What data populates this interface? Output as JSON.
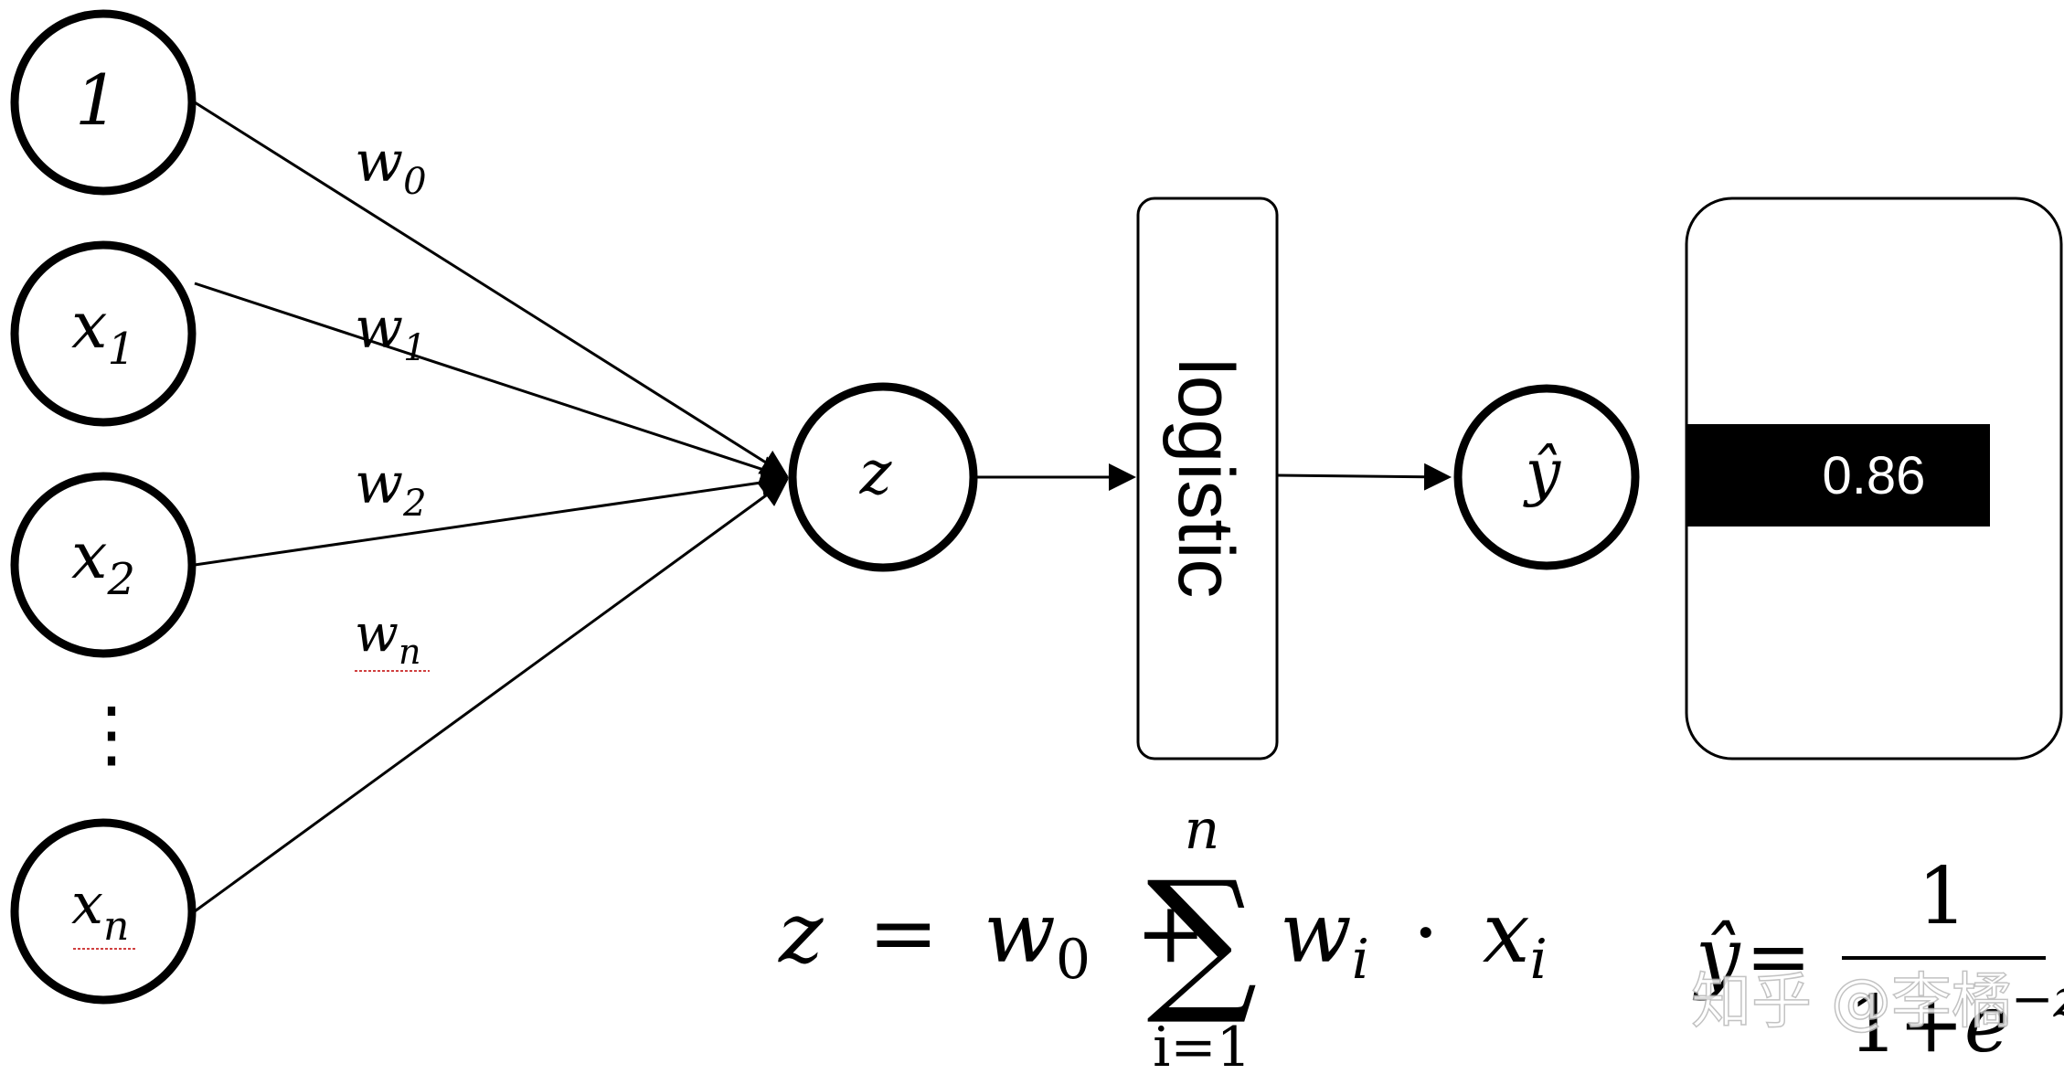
{
  "nodes": {
    "bias": {
      "label": "1"
    },
    "x1": {
      "var": "x",
      "sub": "1"
    },
    "x2": {
      "var": "x",
      "sub": "2"
    },
    "xn": {
      "var": "x",
      "sub": "n"
    },
    "dots": "⋮",
    "z": {
      "label": "z"
    },
    "yhat": {
      "label": "ŷ"
    }
  },
  "weights": {
    "w0": {
      "var": "w",
      "sub": "0"
    },
    "w1": {
      "var": "w",
      "sub": "1"
    },
    "w2": {
      "var": "w",
      "sub": "2"
    },
    "wn": {
      "var": "w",
      "sub": "n"
    }
  },
  "logistic_label": "logistic",
  "output_value": "0.86",
  "formula_z": {
    "lhs": "z",
    "eq": "=",
    "w0_var": "w",
    "w0_sub": "0",
    "plus": "+",
    "sigma": "∑",
    "upper": "n",
    "lower": "i=1",
    "term_w": "w",
    "term_i1": "i",
    "dot": "·",
    "term_x": "x",
    "term_i2": "i"
  },
  "formula_y": {
    "lhs": "ŷ",
    "eq": "=",
    "numerator": "1",
    "den_1": "1",
    "den_plus": "+",
    "den_e": "e",
    "den_exp": "−z"
  },
  "watermark": "知乎 @李橘",
  "colors": {
    "stroke": "#000000",
    "output_bar": "#000000",
    "output_text": "#ffffff"
  }
}
